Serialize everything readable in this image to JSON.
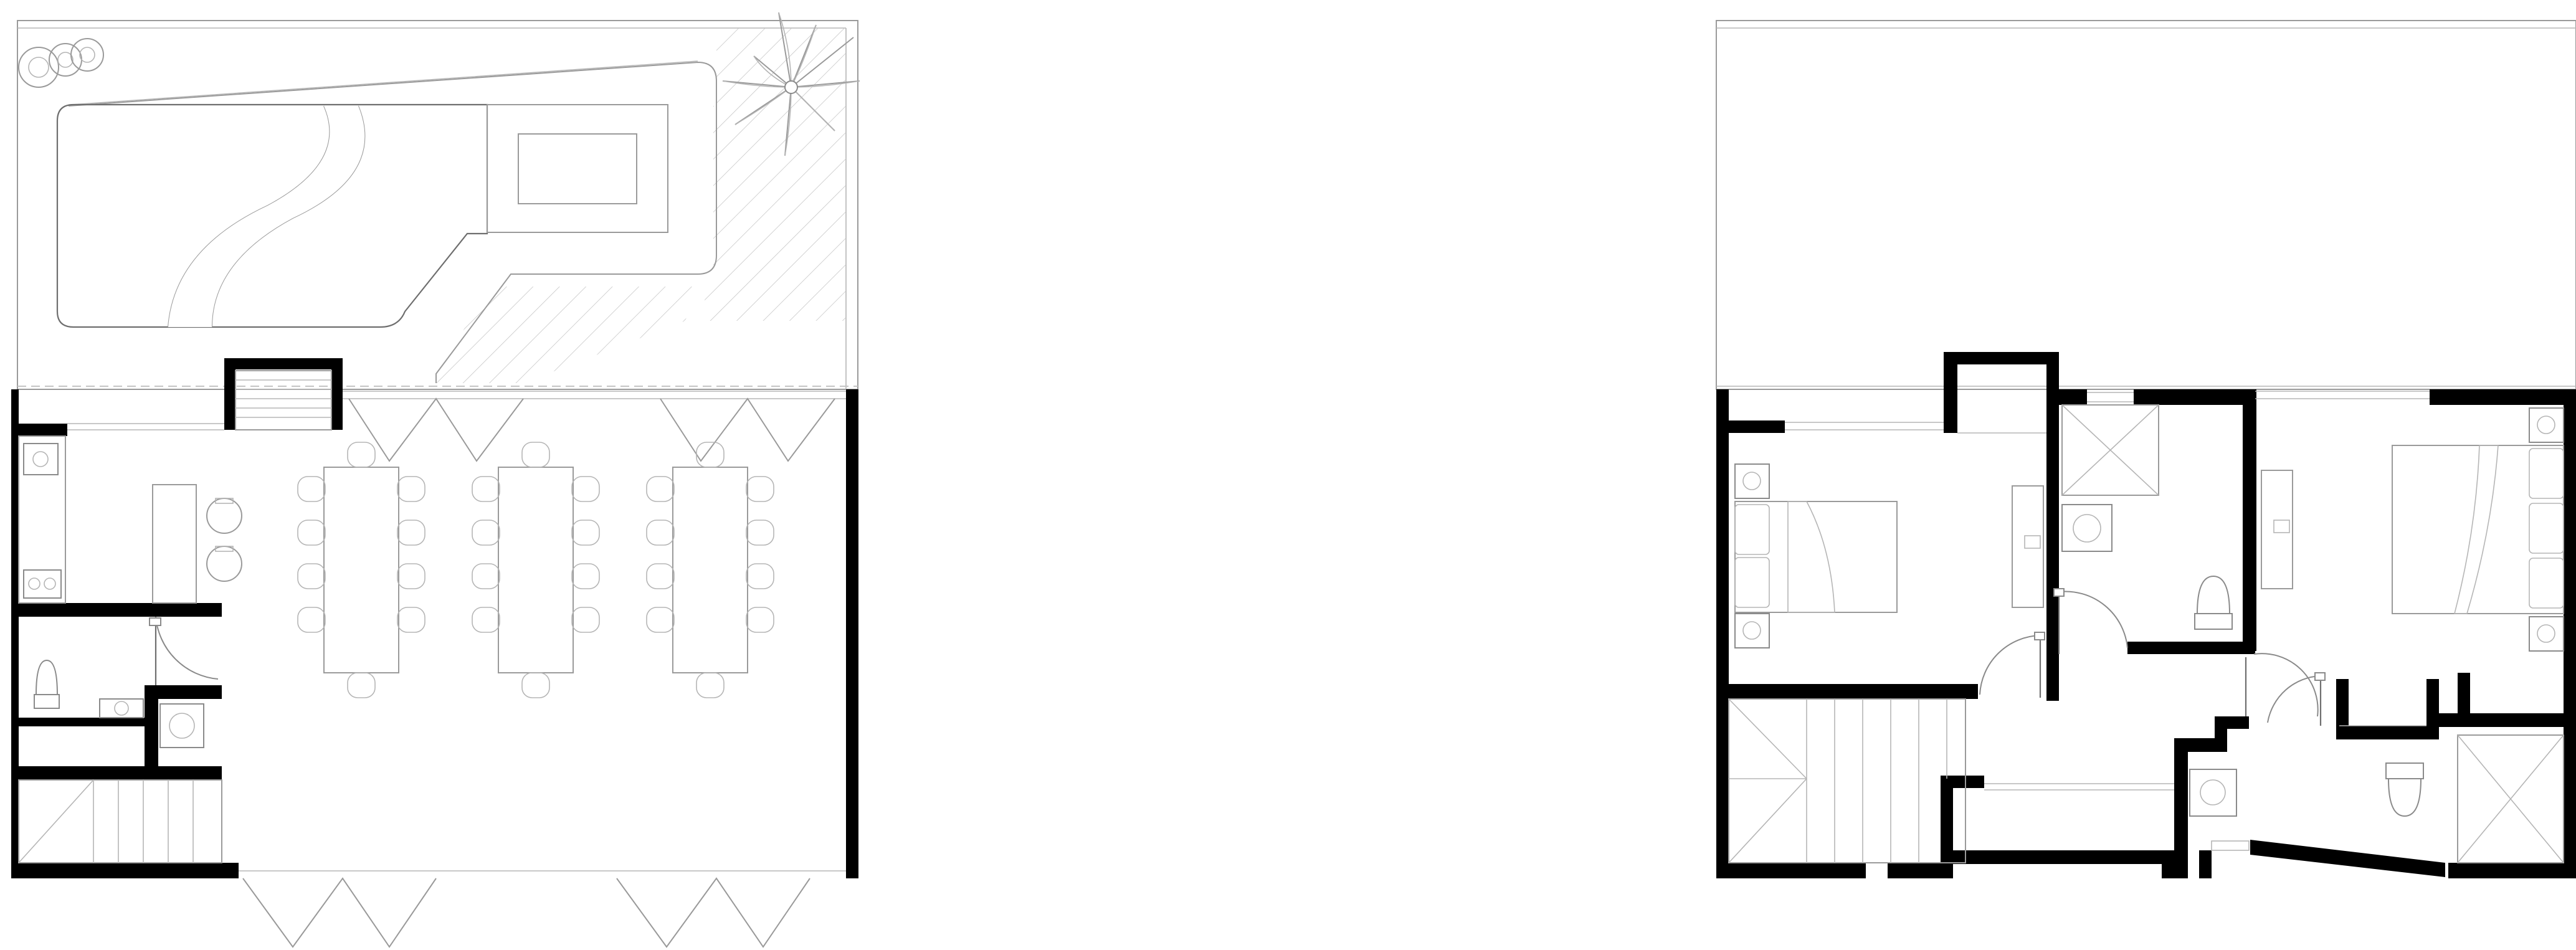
{
  "drawing": {
    "plans": [
      {
        "id": "ground-floor",
        "level": 0
      },
      {
        "id": "upper-floor",
        "level": 1
      }
    ],
    "colors": {
      "wall": "#000000",
      "line": "#9a9a9a",
      "hatch": "#c4c4c4",
      "background": "#ffffff"
    },
    "icons": [
      "pool-icon",
      "palm-tree-icon",
      "toilet-icon",
      "sink-icon",
      "bed-icon",
      "staircase-icon",
      "dining-table-icon",
      "shaft-icon"
    ]
  }
}
